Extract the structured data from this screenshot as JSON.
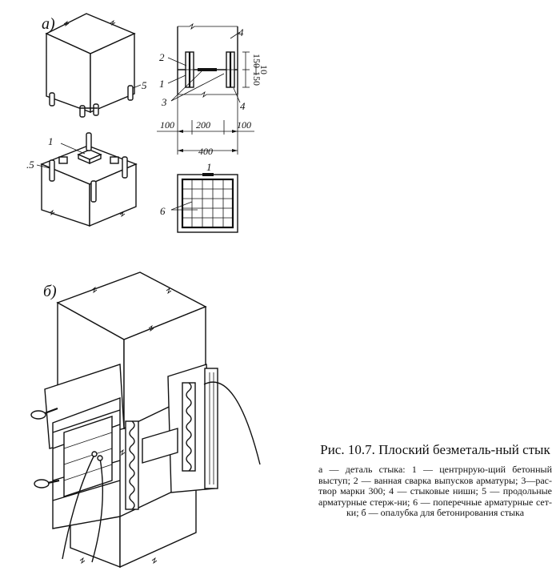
{
  "figure": {
    "label_a": "а)",
    "label_b": "б)",
    "part_labels": {
      "p1_top": "1",
      "p1_side": "1",
      "p1_grid": "1",
      "p2": "2",
      "p3": "3",
      "p4_top": "4",
      "p4_bottom": "4",
      "p5_upper": "5",
      "p5_lower": ".5",
      "p6": "6"
    },
    "dims": {
      "d150_top": "150",
      "d150_bottom": "150",
      "d10": "10",
      "d100_left": "100",
      "d200": "200",
      "d100_right": "100",
      "d400": "400"
    }
  },
  "caption": {
    "title": "Рис. 10.7. Плоский безметаль-ный стык",
    "body": "а — деталь стыка: 1 — центрнрую-щий бетонный выступ; 2 — ванная сварка выпусков арматуры; 3—рас-твор марки 300; 4 — стыковые нишн; 5 — продольные арматурные стерж-ни; 6 — поперечные арматурные сет-ки; б — опалубка для бетонирования стыка"
  }
}
